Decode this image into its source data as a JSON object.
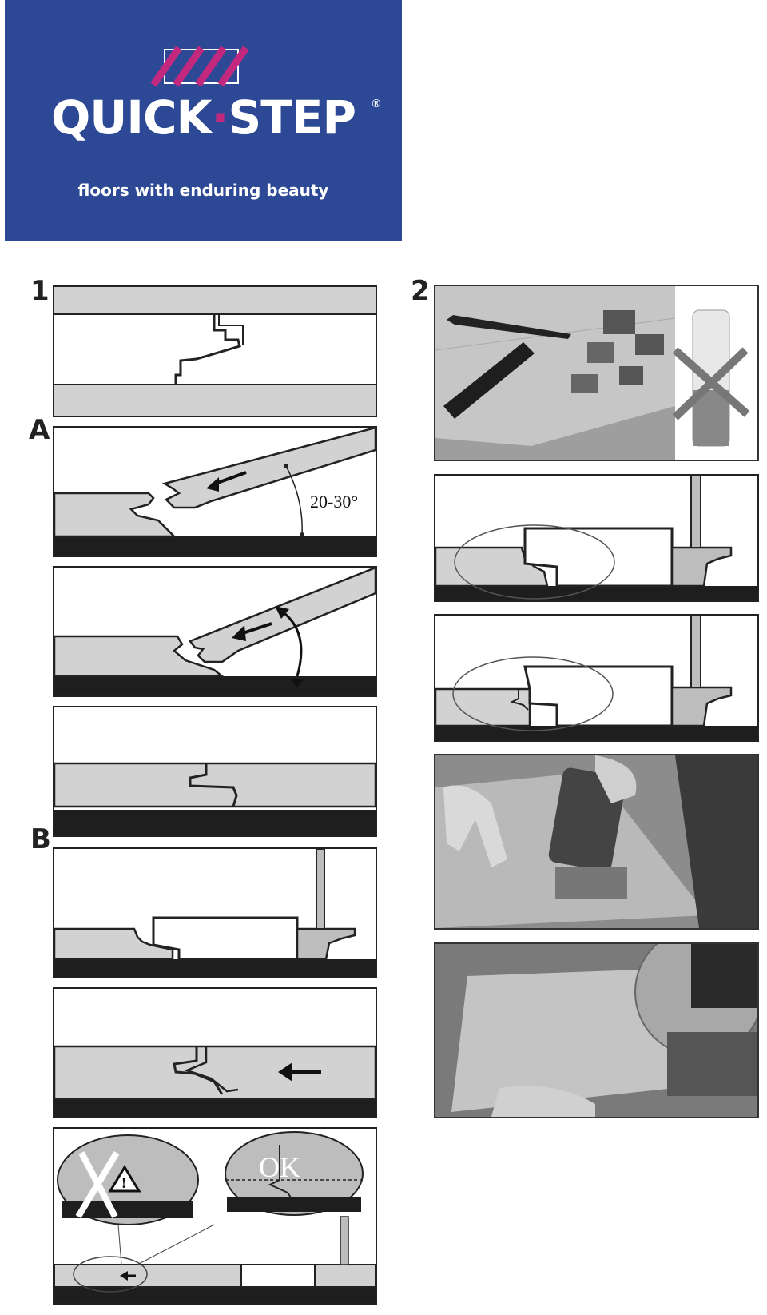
{
  "brand": {
    "name_left": "QUICK",
    "name_dot": "·",
    "name_right": "STEP",
    "registered": "®",
    "tagline": "floors with enduring beauty",
    "colors": {
      "banner": "#2d4996",
      "accent": "#c3287f",
      "text": "#ffffff"
    }
  },
  "steps": {
    "step1": "1",
    "stepA": "A",
    "stepB": "B",
    "step2": "2"
  },
  "diagram": {
    "angle_label": "20-30°",
    "ok_label": "OK",
    "warning_symbol": "!"
  }
}
